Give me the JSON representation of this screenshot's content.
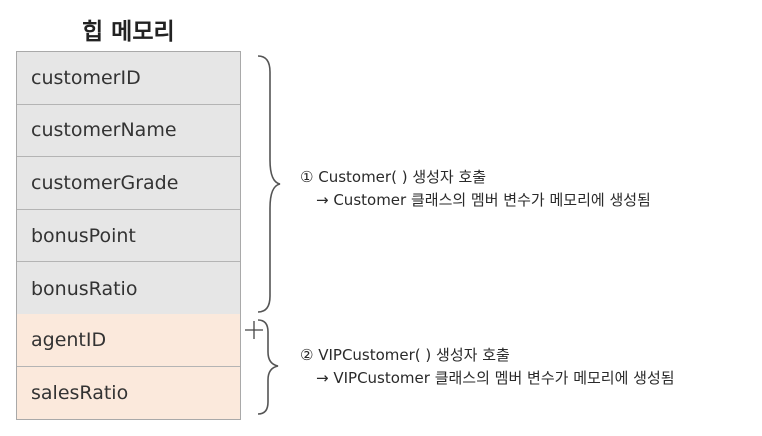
{
  "title": "힙 메모리",
  "base_fields": [
    "customerID",
    "customerName",
    "customerGrade",
    "bonusPoint",
    "bonusRatio"
  ],
  "derived_fields": [
    "agentID",
    "salesRatio"
  ],
  "annotations": [
    {
      "heading": "① Customer( ) 생성자 호출",
      "detail": "→ Customer 클래스의 멤버 변수가 메모리에 생성됨"
    },
    {
      "heading": "② VIPCustomer( ) 생성자 호출",
      "detail": "→ VIPCustomer 클래스의 멤버 변수가 메모리에 생성됨"
    }
  ],
  "colors": {
    "base_fill": "#e6e6e6",
    "derived_fill": "#fbe9dc",
    "border": "#a9a9a9"
  }
}
